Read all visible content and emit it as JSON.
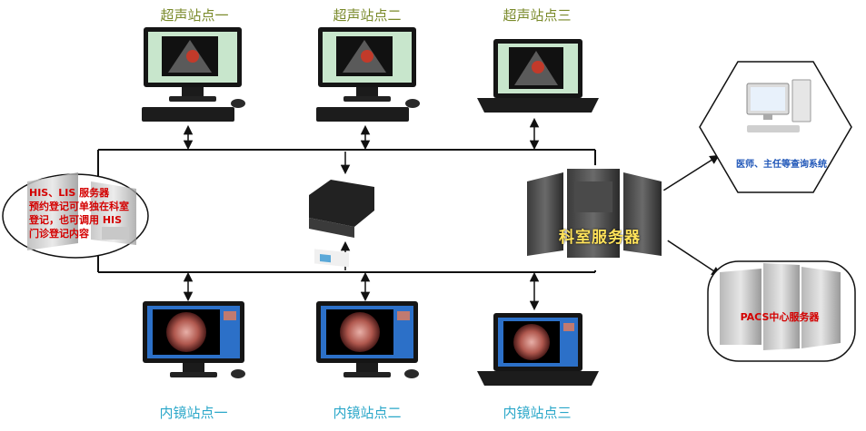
{
  "ultrasound_stations": [
    "超声站点一",
    "超声站点二",
    "超声站点三"
  ],
  "endoscope_stations": [
    "内镜站点一",
    "内镜站点二",
    "内镜站点三"
  ],
  "his_server": {
    "label": "HIS、LIS 服务器\n预约登记可单独在科室登记，也可调用 HIS 门诊登记内容"
  },
  "dept_server": {
    "label": "科室服务器"
  },
  "query_system": {
    "label": "医师、主任等查询系统"
  },
  "pacs_server": {
    "label": "PACS中心服务器"
  },
  "colors": {
    "line": "#111111",
    "top_label": "#7a8a2a",
    "bottom_label": "#2aa7c9",
    "alert_text": "#d40000",
    "server_text": "#ffe25a",
    "query_text": "#1f56b8"
  }
}
